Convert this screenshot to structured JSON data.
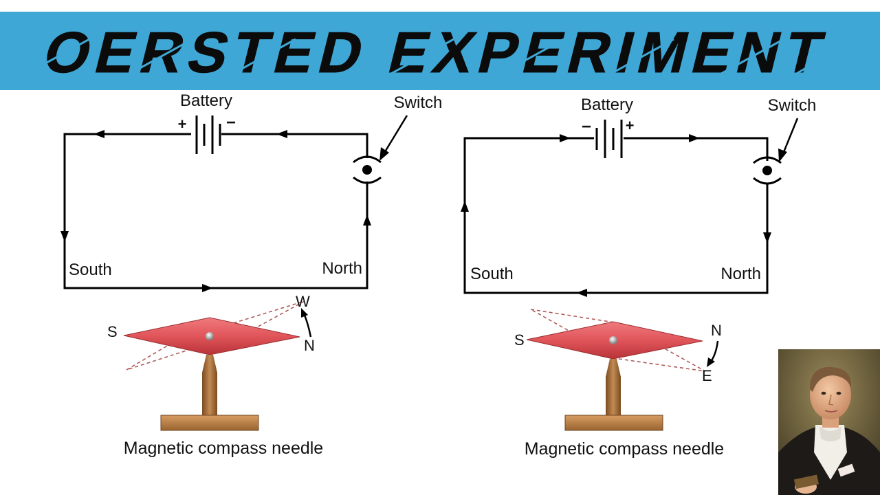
{
  "title": "OERSTED EXPERIMENT",
  "colors": {
    "banner": "#3fa7d6",
    "needle": "#e0555a",
    "stand": "#b37a45",
    "wire": "#000000"
  },
  "left_diagram": {
    "battery_label": "Battery",
    "battery_plus": "+",
    "battery_minus": "−",
    "switch_label": "Switch",
    "south_label": "South",
    "north_label": "North",
    "compass_s": "S",
    "compass_n": "N",
    "compass_deflect": "W",
    "caption": "Magnetic compass needle"
  },
  "right_diagram": {
    "battery_label": "Battery",
    "battery_plus": "+",
    "battery_minus": "−",
    "switch_label": "Switch",
    "south_label": "South",
    "north_label": "North",
    "compass_s": "S",
    "compass_n": "N",
    "compass_deflect": "E",
    "caption": "Magnetic compass needle"
  },
  "icons": {
    "switch": "eye-switch-icon",
    "portrait": "oersted-portrait"
  }
}
